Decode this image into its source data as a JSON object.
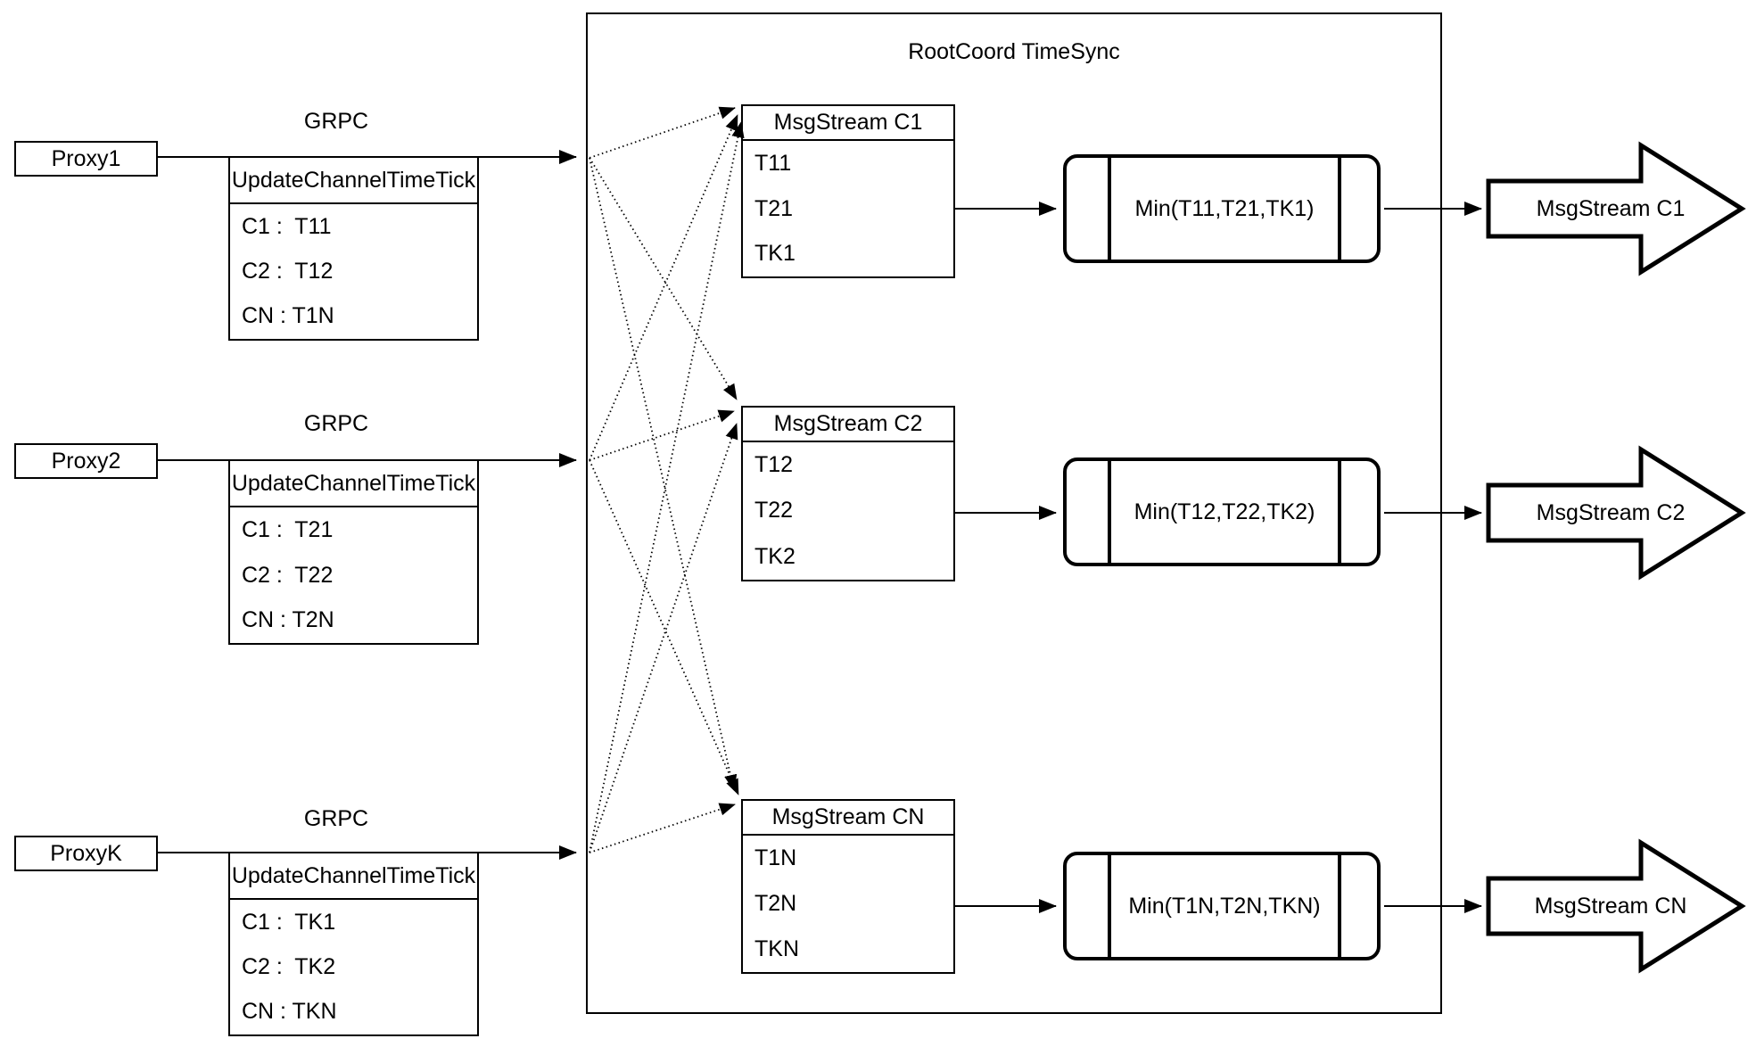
{
  "diagram_title": "RootCoord TimeSync",
  "colors": {
    "ink": "#000000",
    "background": "#ffffff"
  },
  "rows": [
    {
      "proxy_label": "Proxy1",
      "grpc_label": "GRPC",
      "update_table": {
        "header": "UpdateChannelTimeTick",
        "entries": [
          "C1 :  T11",
          "C2 :  T12",
          "CN : T1N"
        ]
      },
      "stream_table": {
        "header": "MsgStream C1",
        "entries": [
          "T11",
          "T21",
          "TK1"
        ]
      },
      "min_label": "Min(T11,T21,TK1)",
      "output_label": "MsgStream C1"
    },
    {
      "proxy_label": "Proxy2",
      "grpc_label": "GRPC",
      "update_table": {
        "header": "UpdateChannelTimeTick",
        "entries": [
          "C1 :  T21",
          "C2 :  T22",
          "CN : T2N"
        ]
      },
      "stream_table": {
        "header": "MsgStream C2",
        "entries": [
          "T12",
          "T22",
          "TK2"
        ]
      },
      "min_label": "Min(T12,T22,TK2)",
      "output_label": "MsgStream C2"
    },
    {
      "proxy_label": "ProxyK",
      "grpc_label": "GRPC",
      "update_table": {
        "header": "UpdateChannelTimeTick",
        "entries": [
          "C1 :  TK1",
          "C2 :  TK2",
          "CN : TKN"
        ]
      },
      "stream_table": {
        "header": "MsgStream CN",
        "entries": [
          "T1N",
          "T2N",
          "TKN"
        ]
      },
      "min_label": "Min(T1N,T2N,TKN)",
      "output_label": "MsgStream CN"
    }
  ]
}
